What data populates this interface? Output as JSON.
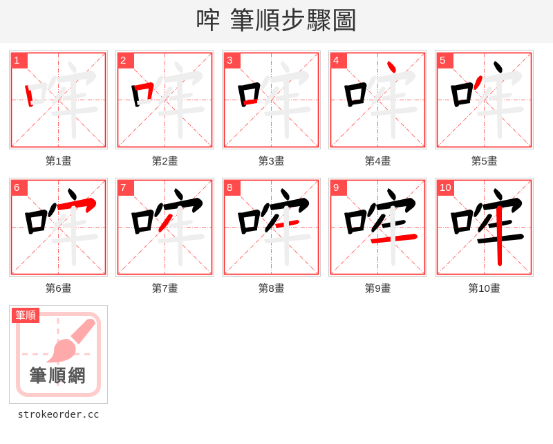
{
  "header": {
    "title": "哰 筆順步驟圖"
  },
  "character": "哰",
  "colors": {
    "accent": "#ff4b4b",
    "current_stroke": "#ff0000",
    "done_stroke": "#000000",
    "ghost_stroke": "#eeeeee",
    "grid_line": "#ff6b6b",
    "header_bg": "#f4f4f4"
  },
  "steps": [
    {
      "number": "1",
      "caption": "第1畫"
    },
    {
      "number": "2",
      "caption": "第2畫"
    },
    {
      "number": "3",
      "caption": "第3畫"
    },
    {
      "number": "4",
      "caption": "第4畫"
    },
    {
      "number": "5",
      "caption": "第5畫"
    },
    {
      "number": "6",
      "caption": "第6畫"
    },
    {
      "number": "7",
      "caption": "第7畫"
    },
    {
      "number": "8",
      "caption": "第8畫"
    },
    {
      "number": "9",
      "caption": "第9畫"
    },
    {
      "number": "10",
      "caption": "第10畫"
    }
  ],
  "logo": {
    "tag": "筆順",
    "text": "筆順網",
    "icon": "brush-icon"
  },
  "footer": {
    "site": "strokeorder.cc"
  }
}
